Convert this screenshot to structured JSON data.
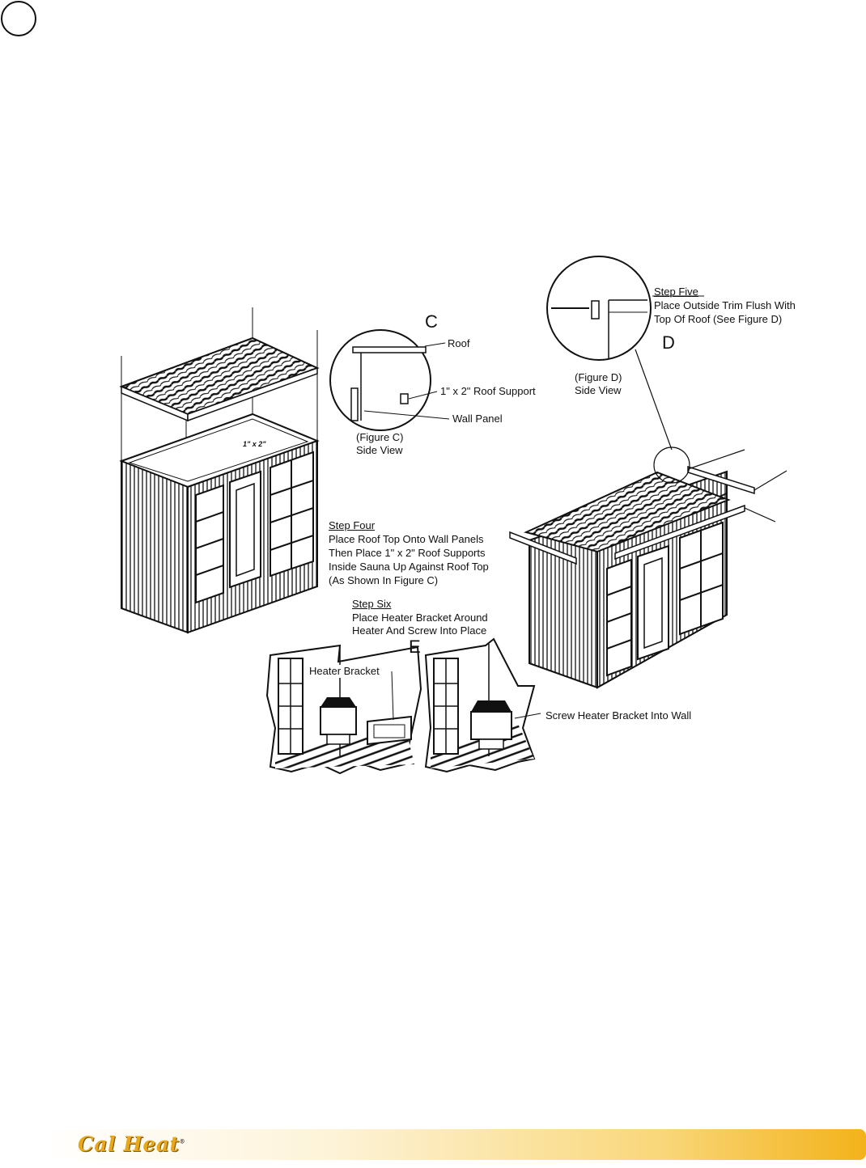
{
  "figures": {
    "c": {
      "letter": "C",
      "roof_label": "Roof",
      "support_label": "1\" x 2\" Roof Support",
      "wall_label": "Wall Panel",
      "caption_line1": "(Figure C)",
      "caption_line2": "Side View"
    },
    "d": {
      "letter": "D",
      "caption_line1": "(Figure D)",
      "caption_line2": "Side View"
    },
    "e": {
      "letter": "E",
      "heater_bracket_label": "Heater Bracket",
      "screw_label": "Screw Heater Bracket Into Wall"
    },
    "sauna_top_label": "1\" x 2\""
  },
  "steps": {
    "four": {
      "title": "Step Four",
      "line1": "Place Roof Top Onto Wall Panels",
      "line2": "Then Place 1\" x 2\" Roof Supports",
      "line3": "Inside Sauna Up Against Roof Top",
      "line4": "(As Shown In Figure C)"
    },
    "five": {
      "title": "Step Five",
      "line1": "Place Outside Trim Flush With",
      "line2": "Top Of Roof (See Figure D)"
    },
    "six": {
      "title": "Step Six",
      "line1": "Place Heater Bracket Around",
      "line2": "Heater And Screw Into Place"
    }
  },
  "footer": {
    "brand": "Cal Heat",
    "trademark": "®",
    "brand_color": "#e8a81a",
    "bar_color": "#f3b21a"
  }
}
